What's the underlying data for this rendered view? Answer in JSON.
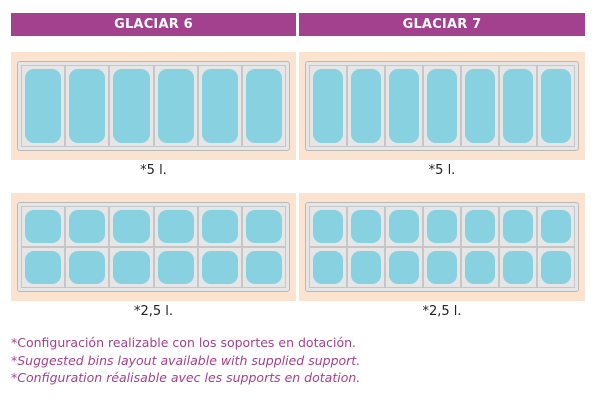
{
  "glaciar6": {
    "title": "GLACIAR 6",
    "top_caption": "*5 l.",
    "bottom_caption": "*2,5 l.",
    "top_tray": {
      "columns": 6,
      "rows": 1
    },
    "bottom_tray": {
      "columns": 6,
      "rows": 2
    }
  },
  "glaciar7": {
    "title": "GLACIAR 7",
    "top_caption": "*5 l.",
    "bottom_caption": "*2,5 l.",
    "top_tray": {
      "columns": 7,
      "rows": 1
    },
    "bottom_tray": {
      "columns": 7,
      "rows": 2
    }
  },
  "notes": {
    "es": "*Configuración realizable con los soportes en dotación.",
    "en": "*Suggested bins layout available with supplied support.",
    "fr": "*Configuration réalisable avec les supports en dotation."
  },
  "colors": {
    "header": "#a3418f",
    "panel": "#fbe3cf",
    "tray": "#e6e6e6",
    "bin": "#88d1e0",
    "note_text": "#a3418f"
  }
}
